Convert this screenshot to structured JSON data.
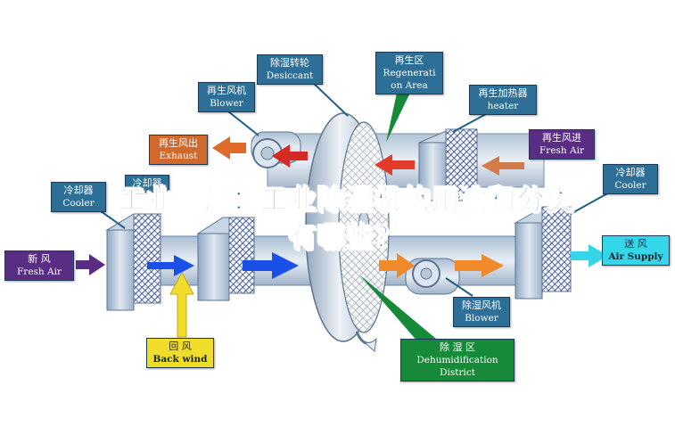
{
  "labels": {
    "desiccant": {
      "zh": "除湿转轮",
      "en": "Desiccant"
    },
    "regen_area": {
      "zh": "再生区",
      "en": "Regenerati on Area"
    },
    "regen_blower": {
      "zh": "再生风机",
      "en": "Blower"
    },
    "regen_heater": {
      "zh": "再生加热器",
      "en": "heater"
    },
    "exhaust": {
      "zh": "再生风出",
      "en": "Exhaust"
    },
    "regen_fresh_air": {
      "zh": "再生风进",
      "en": "Fresh Air"
    },
    "cooler_left": {
      "zh": "冷却器",
      "en": "Cooler"
    },
    "cooler_middle": {
      "zh": "冷却器",
      "en": ""
    },
    "cooler_right": {
      "zh": "冷却器",
      "en": "Cooler"
    },
    "fresh_air": {
      "zh": "新    风",
      "en": "Fresh Air"
    },
    "air_supply": {
      "zh": "送  风",
      "en": "Air Supply"
    },
    "back_wind": {
      "zh": "回    风",
      "en": "Back wind"
    },
    "dehum_blower": {
      "zh": "除湿风机",
      "en": "Blower"
    },
    "dehum_district": {
      "zh": "除    湿    区",
      "en": "Dehumidification District"
    }
  },
  "headline": "工业除湿：工业除湿机的用途和分类有哪些？",
  "colors": {
    "label_blue": "#2d6f96",
    "label_orange": "#cf6a2c",
    "label_purple": "#5a2d84",
    "label_cyan": "#34d7e8",
    "label_yellow": "#f0dc2a",
    "label_green": "#178a3a",
    "headline_blue": "#1862e8"
  }
}
